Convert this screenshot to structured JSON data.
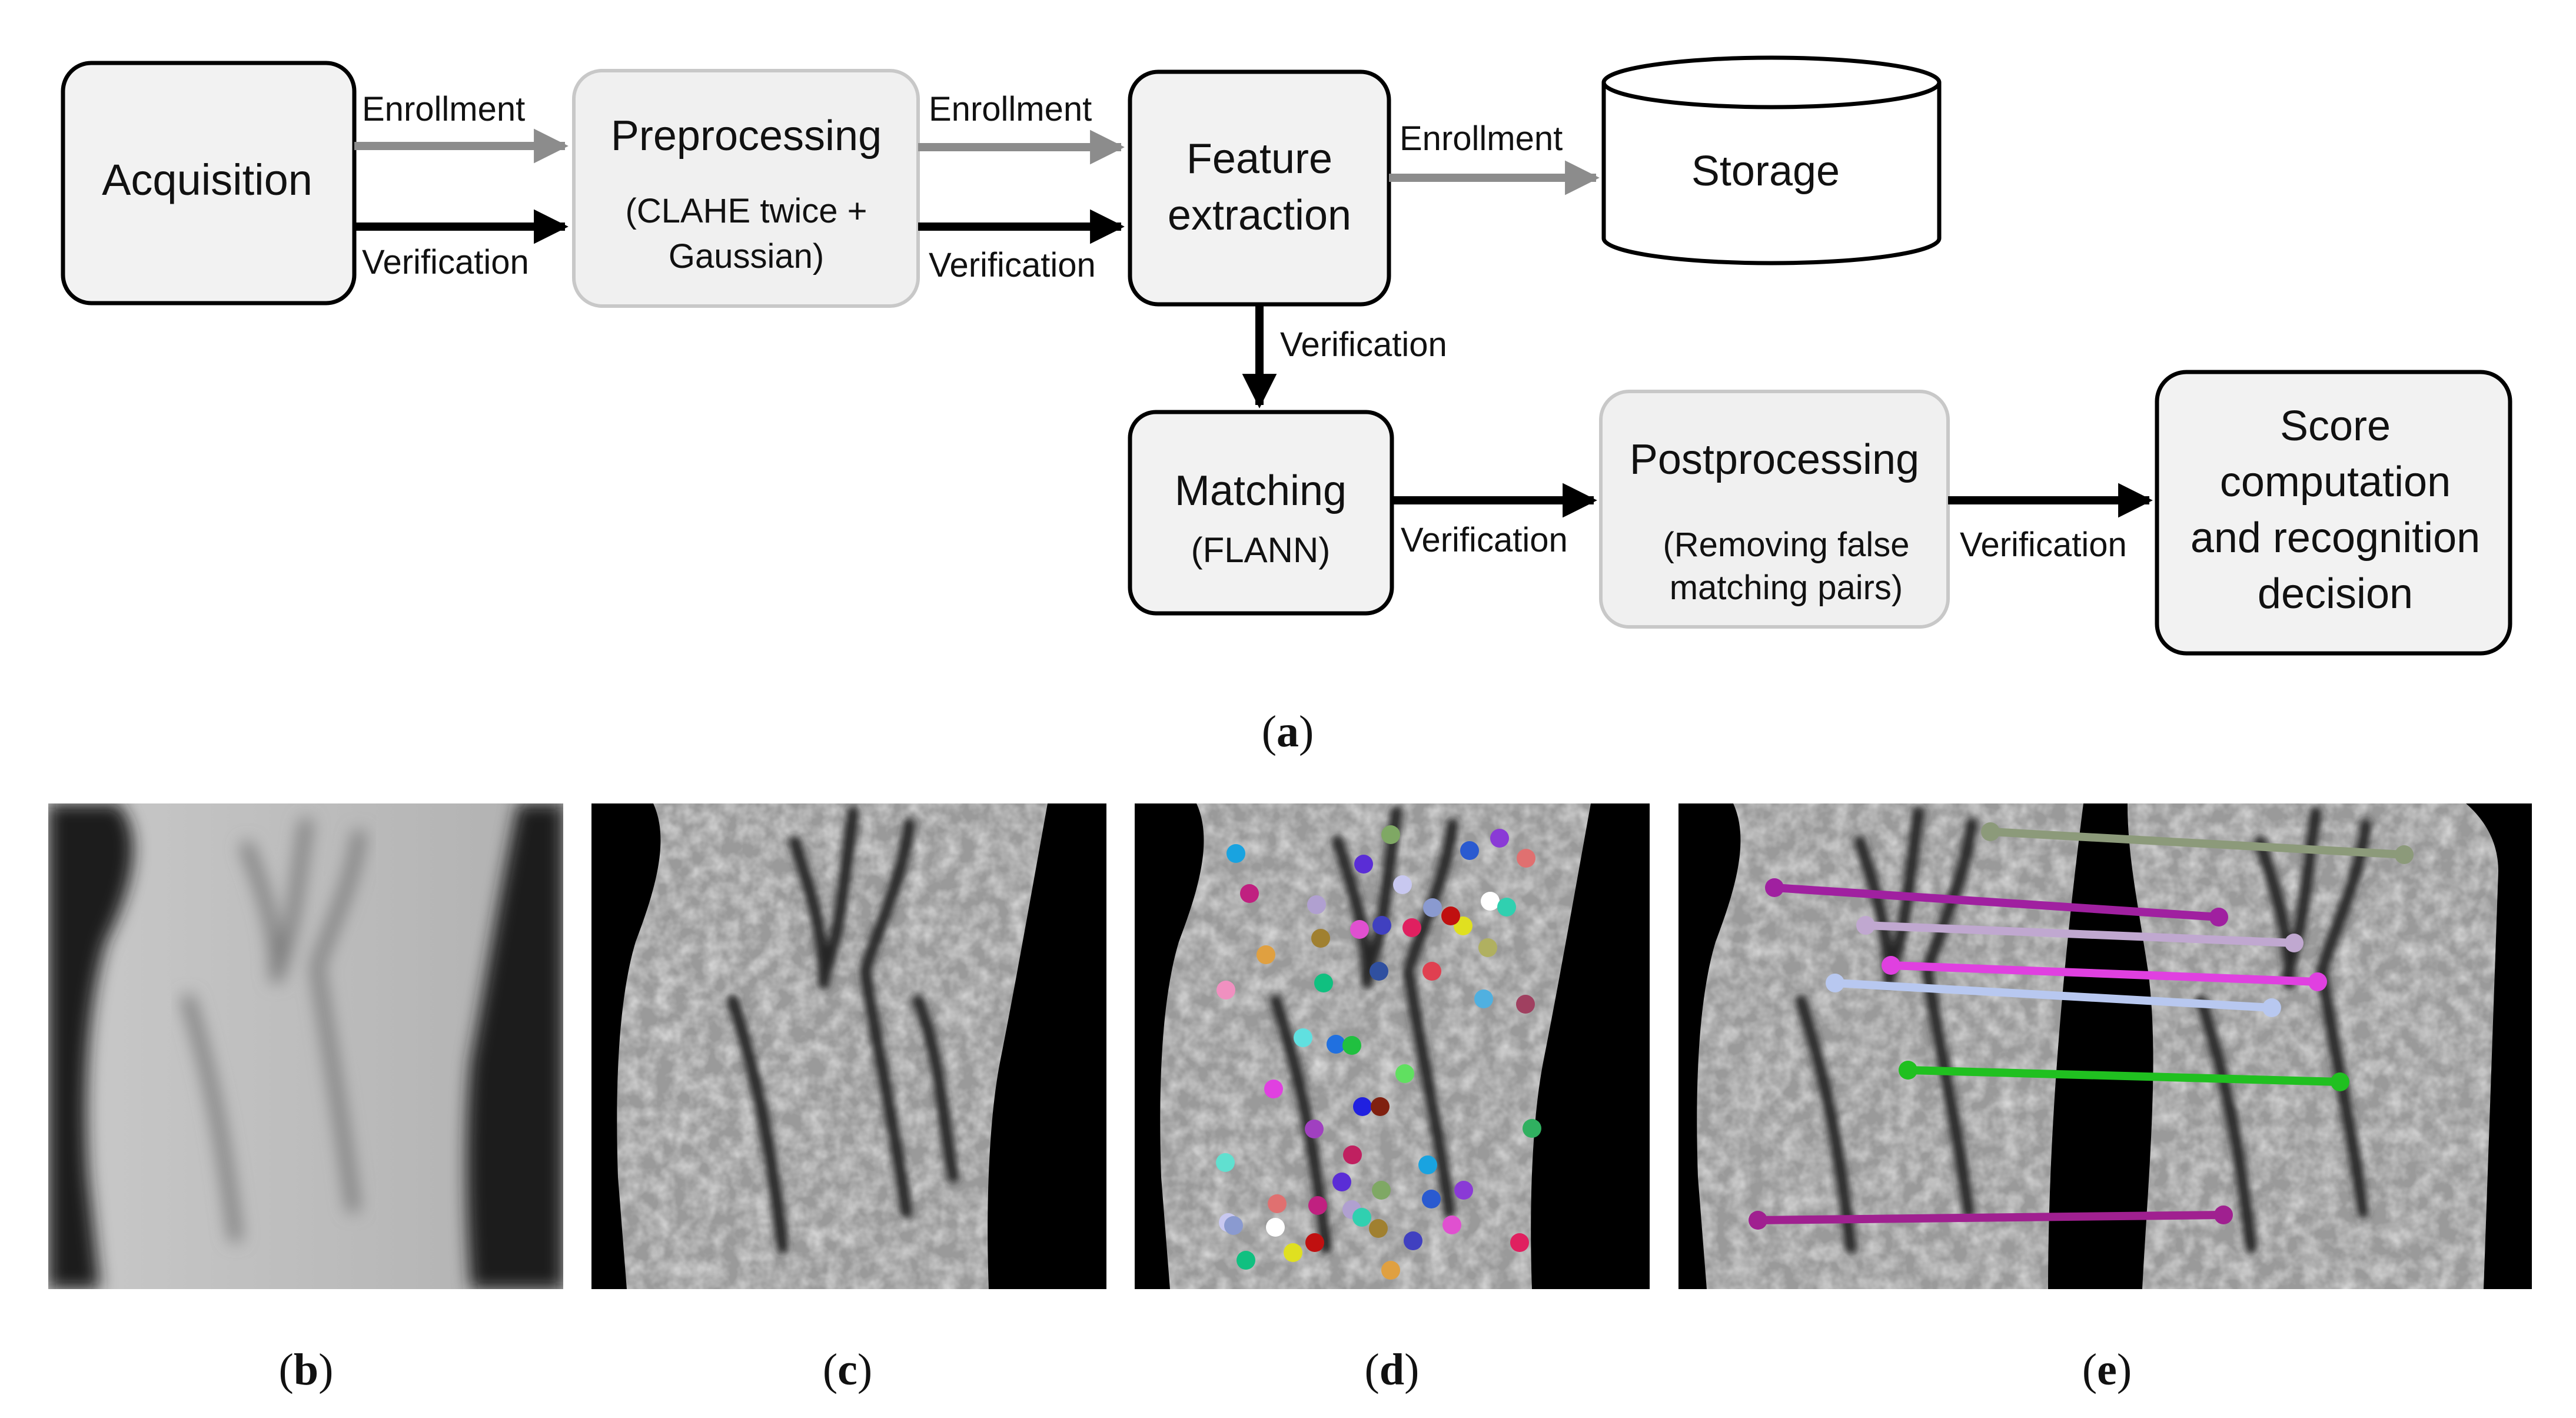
{
  "flow": {
    "nodes": {
      "acquisition": {
        "lines": [
          "Acquisition"
        ]
      },
      "preprocessing": {
        "title": "Preprocessing",
        "sub": [
          "(CLAHE twice +",
          "Gaussian)"
        ]
      },
      "feature": {
        "lines": [
          "Feature",
          "extraction"
        ]
      },
      "storage": {
        "lines": [
          "Storage"
        ]
      },
      "matching": {
        "title": "Matching",
        "sub": [
          "(FLANN)"
        ]
      },
      "postprocessing": {
        "title": "Postprocessing",
        "sub": [
          "(Removing false",
          "matching pairs)"
        ]
      },
      "score": {
        "lines": [
          "Score",
          "computation",
          "and recognition",
          "decision"
        ]
      }
    },
    "edges": {
      "enrollment": "Enrollment",
      "verification": "Verification"
    },
    "colors": {
      "enrollment_arrow": "#8c8c8c",
      "verification_arrow": "#000000",
      "dark_box_fill": "#f2f2f2",
      "light_box_fill": "#f0f0f0",
      "light_box_stroke": "#c8c8c8"
    }
  },
  "panels": {
    "a": {
      "paren_open": "(",
      "letter": "a",
      "paren_close": ")"
    },
    "b": {
      "paren_open": "(",
      "letter": "b",
      "paren_close": ")"
    },
    "c": {
      "paren_open": "(",
      "letter": "c",
      "paren_close": ")"
    },
    "d": {
      "paren_open": "(",
      "letter": "d",
      "paren_close": ")"
    },
    "e": {
      "paren_open": "(",
      "letter": "e",
      "paren_close": ")"
    }
  },
  "keypoint_colors": [
    "#19a3e0",
    "#5a2dd6",
    "#7fa864",
    "#2a5ad0",
    "#8a3ad6",
    "#e07070",
    "#c02080",
    "#b0a0d0",
    "#c8c8f0",
    "#8a9ad0",
    "#ffffff",
    "#30d0b0",
    "#a08030",
    "#e050d0",
    "#4040c0",
    "#e02060",
    "#e0e020",
    "#c01010",
    "#e0a040",
    "#10c080",
    "#3050a0",
    "#e04050",
    "#b0b060",
    "#f090c0",
    "#50b0e0",
    "#a04060",
    "#60e0e0",
    "#2070e0",
    "#20c040",
    "#60e060",
    "#e040e0",
    "#2020e0",
    "#802010",
    "#a040c0",
    "#30b060",
    "#60e0d0",
    "#c02060"
  ],
  "match_line_colors": [
    "#8c9a7a",
    "#a020a0",
    "#c0a8d0",
    "#e040e0",
    "#b8c8f0",
    "#20c020",
    "#a02090"
  ]
}
